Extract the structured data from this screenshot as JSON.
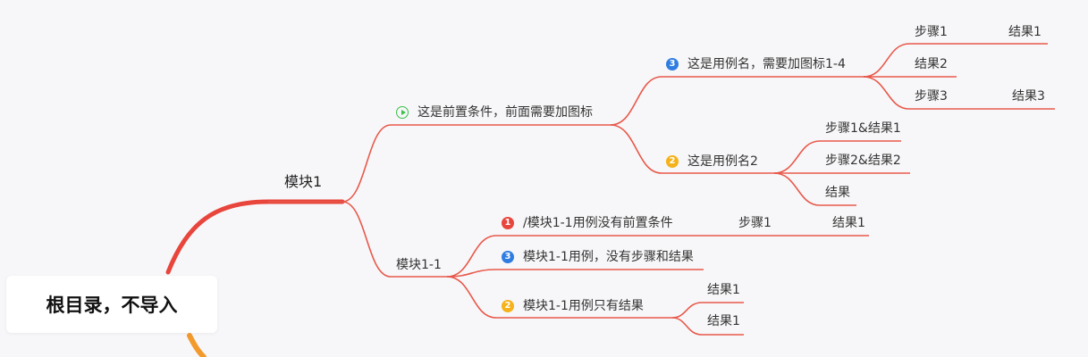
{
  "colors": {
    "line": "#e8584a",
    "root_branch_top": "#e8453c",
    "root_branch_bottom": "#f39a2c",
    "priority_1": "#e8453c",
    "priority_2": "#f5b21a",
    "priority_3": "#2f7de1",
    "start_icon": "#3bbf4a"
  },
  "root": {
    "label": "根目录，不导入"
  },
  "module": {
    "label": "模块1",
    "precondition": {
      "label": "这是前置条件，前面需要加图标",
      "icon": "start-icon",
      "cases": [
        {
          "label": "这是用例名，需要加图标1-4",
          "priority": "3",
          "steps": [
            {
              "step": "步骤1",
              "result": "结果1"
            },
            {
              "step": "结果2"
            },
            {
              "step": "步骤3",
              "result": "结果3"
            }
          ]
        },
        {
          "label": "这是用例名2",
          "priority": "2",
          "steps": [
            {
              "step": "步骤1&结果1"
            },
            {
              "step": "步骤2&结果2"
            },
            {
              "step": "结果"
            }
          ]
        }
      ]
    },
    "submodule": {
      "label": "模块1-1",
      "cases": [
        {
          "label": "/模块1-1用例没有前置条件",
          "priority": "1",
          "step": "步骤1",
          "result": "结果1"
        },
        {
          "label": "模块1-1用例，没有步骤和结果",
          "priority": "3"
        },
        {
          "label": "模块1-1用例只有结果",
          "priority": "2",
          "results": [
            "结果1",
            "结果1"
          ]
        }
      ]
    }
  }
}
